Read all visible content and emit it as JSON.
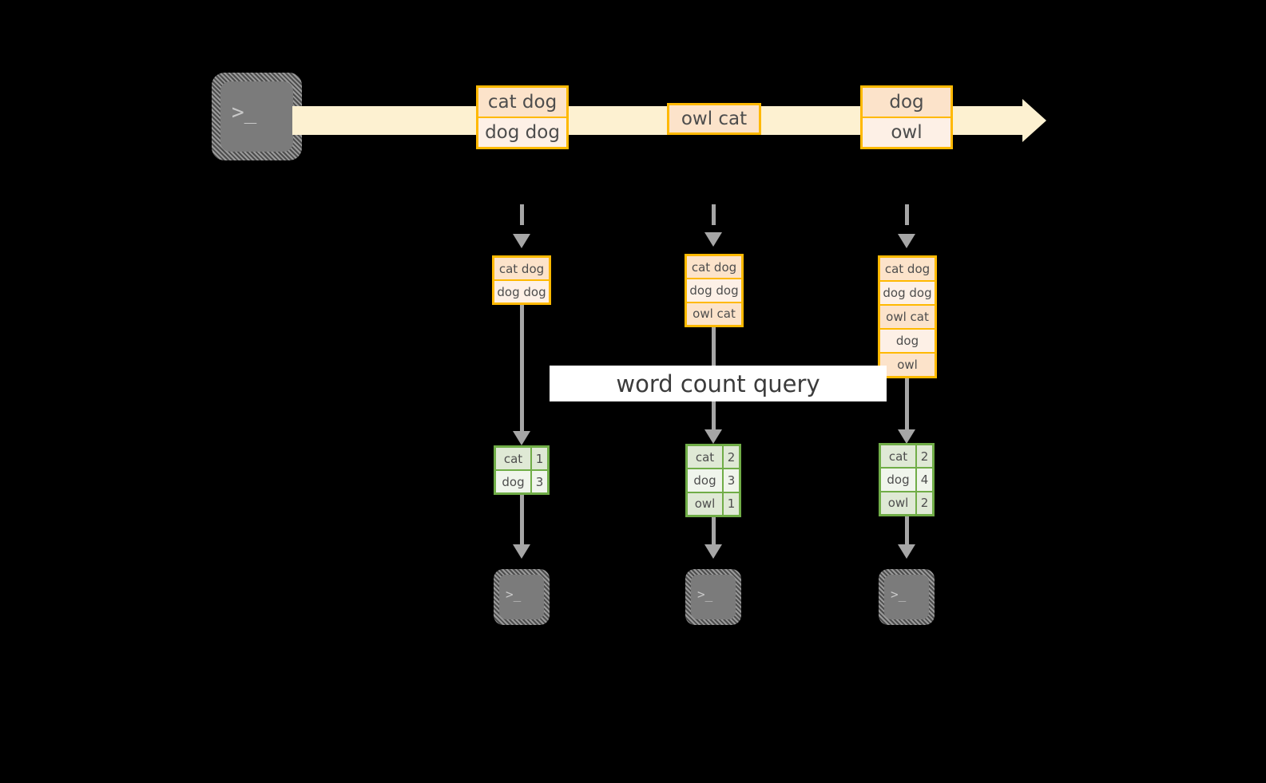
{
  "diagram": {
    "title_text": "word count query",
    "colors": {
      "stream_band": "#fdf1d1",
      "record_border": "#ffb900",
      "record_fill_a": "#fce3ca",
      "record_fill_b": "#fdf0e6",
      "result_border": "#70ad47",
      "result_fill_a": "#dfe9d5",
      "result_fill_b": "#f0f5ec",
      "arrow_gray": "#a6a6a6",
      "terminal_gray": "#7b7b7b",
      "banner_white": "#ffffff",
      "background": "#000000"
    },
    "source": {
      "icon": "terminal-icon",
      "glyph": ">_"
    },
    "stream": {
      "name": "event-stream-arrow",
      "records": [
        {
          "id": "record-group-1",
          "lines": [
            "cat dog",
            "dog dog"
          ]
        },
        {
          "id": "record-group-2",
          "lines": [
            "owl cat"
          ]
        },
        {
          "id": "record-group-3",
          "lines": [
            "dog",
            "owl"
          ]
        }
      ]
    },
    "snapshots": [
      {
        "id": "snapshot-1",
        "input_lines": [
          "cat dog",
          "dog dog"
        ],
        "result_rows": [
          {
            "word": "cat",
            "count": "1"
          },
          {
            "word": "dog",
            "count": "3"
          }
        ],
        "sink_glyph": ">_"
      },
      {
        "id": "snapshot-2",
        "input_lines": [
          "cat dog",
          "dog dog",
          "owl cat"
        ],
        "result_rows": [
          {
            "word": "cat",
            "count": "2"
          },
          {
            "word": "dog",
            "count": "3"
          },
          {
            "word": "owl",
            "count": "1"
          }
        ],
        "sink_glyph": ">_"
      },
      {
        "id": "snapshot-3",
        "input_lines": [
          "cat dog",
          "dog dog",
          "owl cat",
          "dog",
          "owl"
        ],
        "result_rows": [
          {
            "word": "cat",
            "count": "2"
          },
          {
            "word": "dog",
            "count": "4"
          },
          {
            "word": "owl",
            "count": "2"
          }
        ],
        "sink_glyph": ">_"
      }
    ]
  }
}
